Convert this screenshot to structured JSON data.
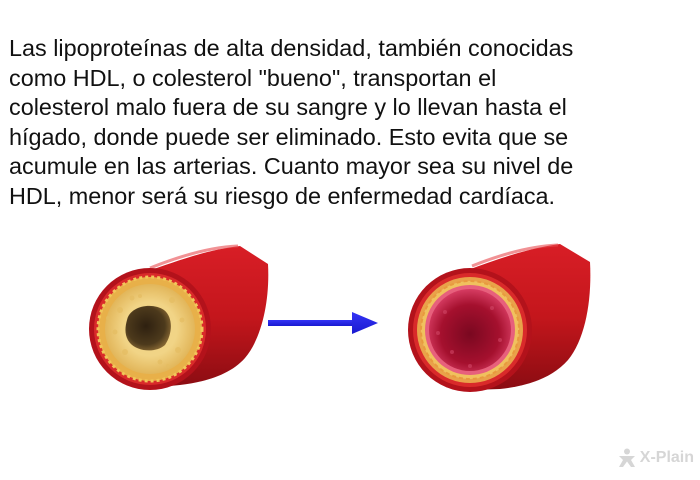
{
  "paragraph": {
    "lines": [
      "Las lipoproteínas de alta densidad, también conocidas",
      "como HDL, o colesterol \"bueno\", transportan el",
      "colesterol malo fuera de su sangre y lo llevan hasta el",
      "hígado, donde puede ser eliminado. Esto evita que se",
      "acumule en las arterias. Cuanto mayor sea su nivel de",
      "HDL, menor será su riesgo de enfermedad cardíaca."
    ]
  },
  "illustration": {
    "left_artery": "clogged-artery",
    "arrow": "right-arrow-icon",
    "right_artery": "clear-artery",
    "colors": {
      "artery_red": "#c4161c",
      "artery_dark": "#8a0c12",
      "plaque_yellow": "#eccb73",
      "lumen_dark": "#3a2a14",
      "lumen_red": "#a5102e",
      "arrow_blue": "#2323e8"
    }
  },
  "brand": {
    "logo_text": "X-Plain"
  }
}
